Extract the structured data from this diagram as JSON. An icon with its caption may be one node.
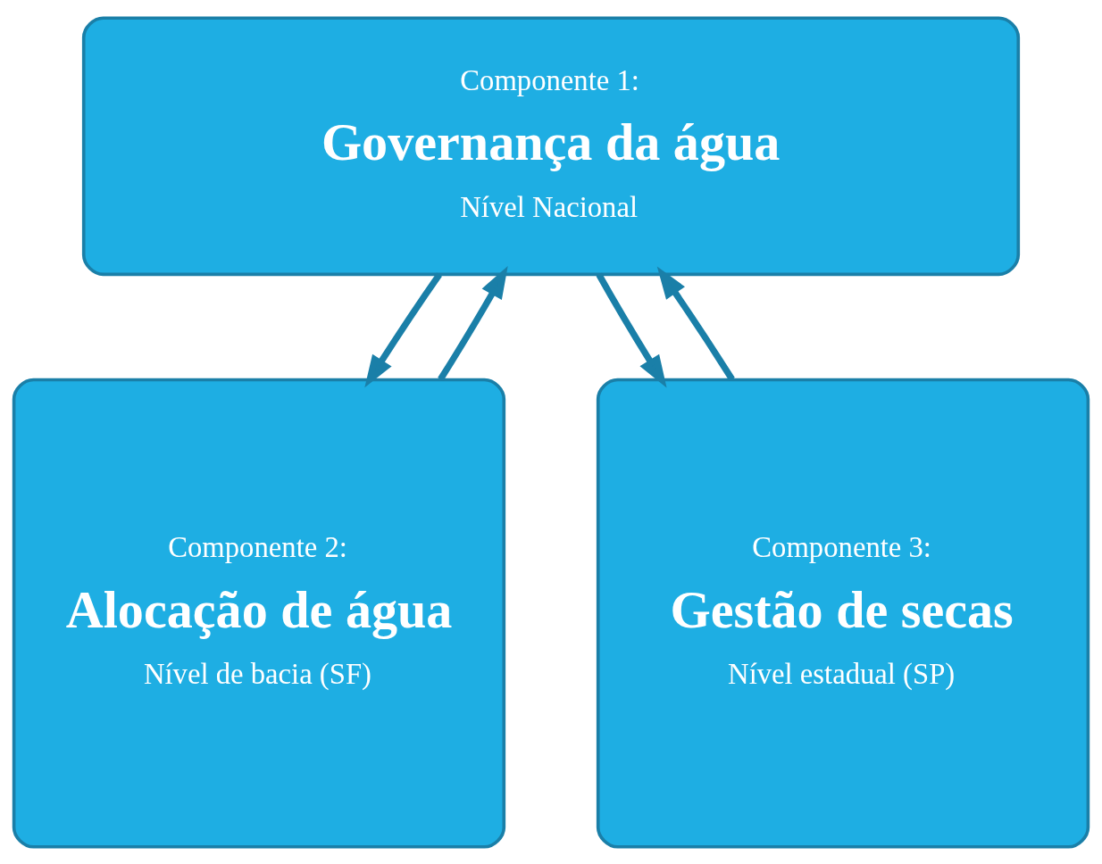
{
  "diagram": {
    "nodes": [
      {
        "text": [
          "Componente 1:",
          "Governança da água",
          "Nível Nacional"
        ]
      },
      {
        "text": [
          "Componente 2:",
          "Alocação de água",
          "Nível de bacia (SF)"
        ]
      },
      {
        "text": [
          "Componente 3:",
          "Gestão de secas",
          "Nível estadual (SP)"
        ]
      }
    ],
    "edges": [
      {
        "from": 0,
        "to": 1,
        "arrow": "to"
      },
      {
        "from": 1,
        "to": 0,
        "arrow": "to"
      },
      {
        "from": 0,
        "to": 2,
        "arrow": "to"
      },
      {
        "from": 2,
        "to": 0,
        "arrow": "to"
      }
    ]
  }
}
